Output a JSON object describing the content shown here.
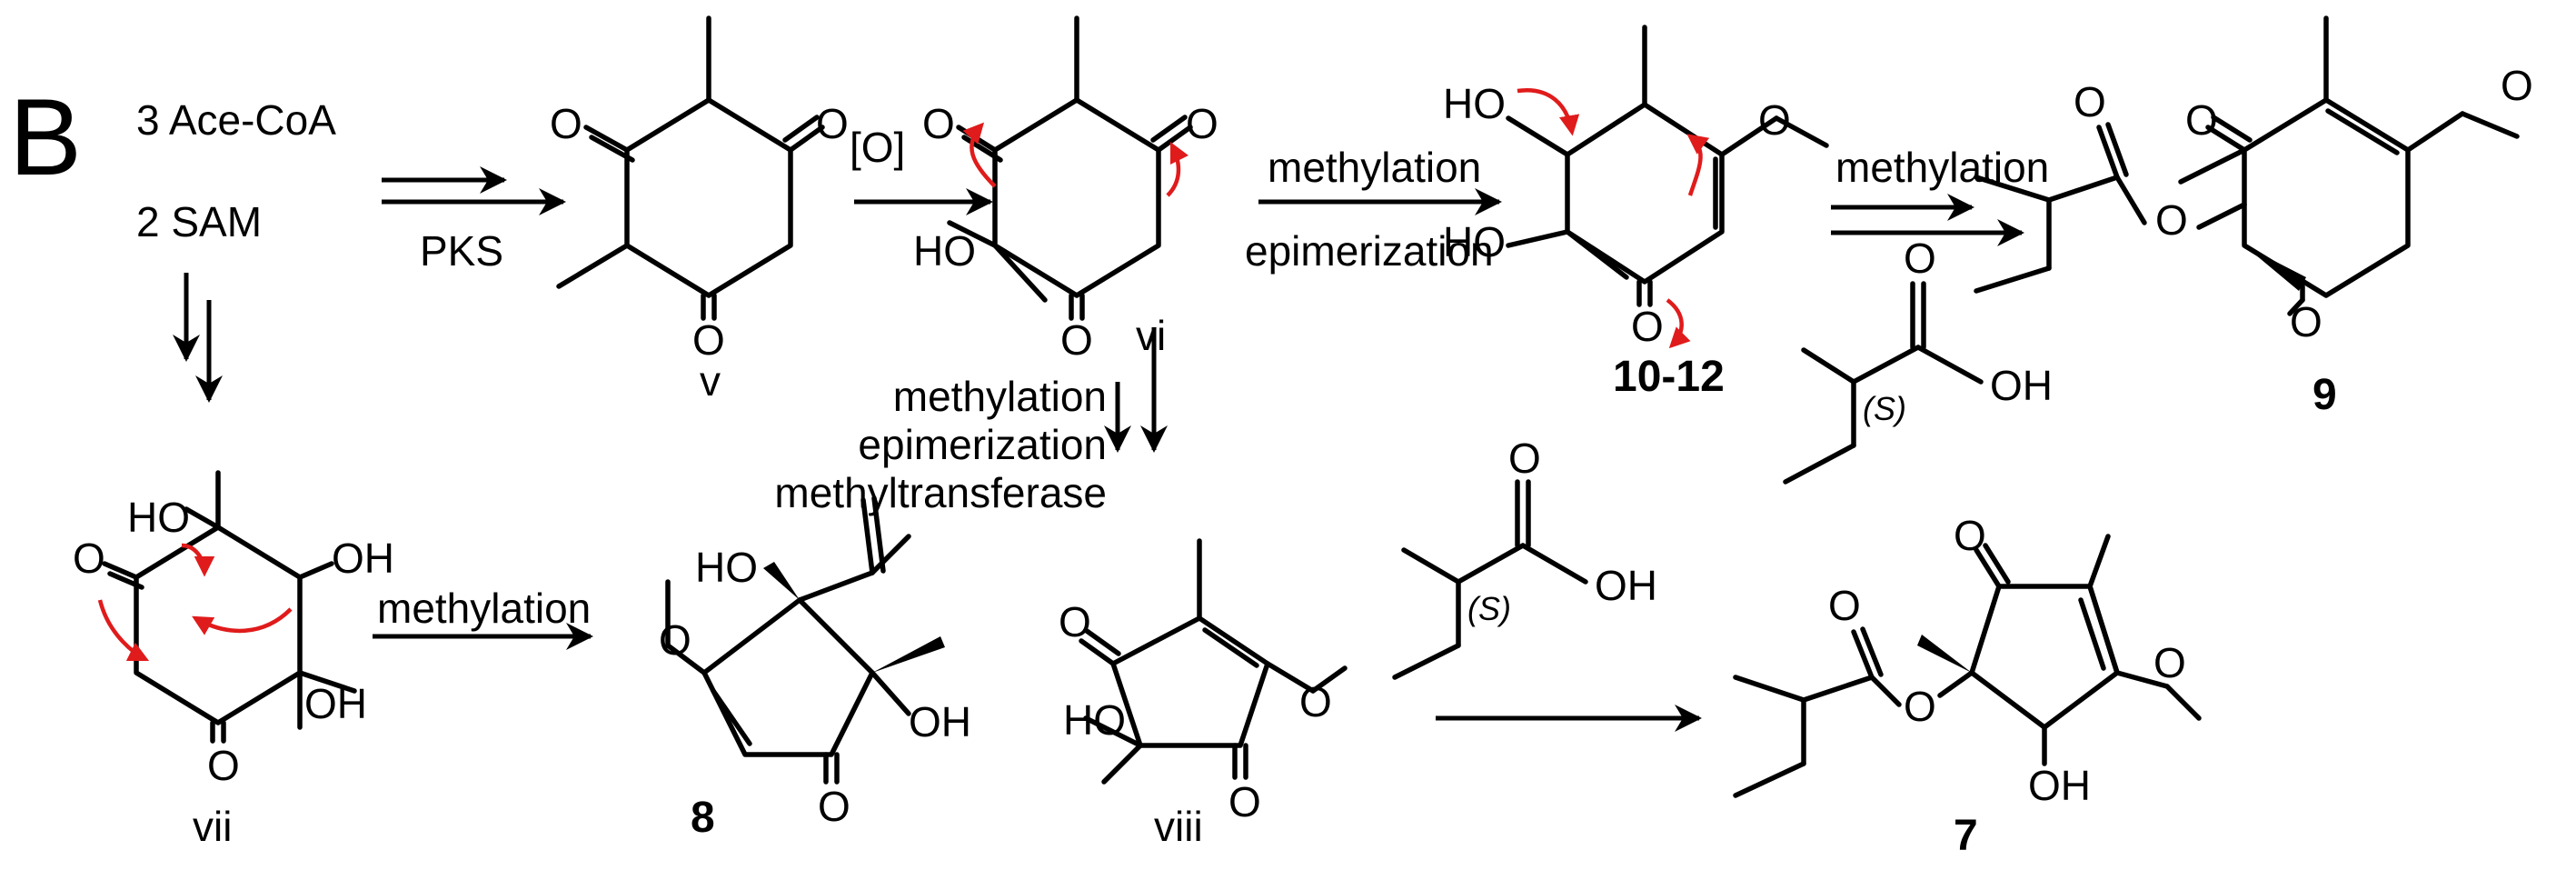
{
  "panel_letter": "B",
  "starting_materials": [
    "3 Ace-CoA",
    "2 SAM"
  ],
  "reagents": {
    "pks": "PKS",
    "oxidation": "[O]",
    "step_vi_10": [
      "methylation",
      "epimerization"
    ],
    "step_10_9": "methylation",
    "step_vi_viii": [
      "methylation",
      "epimerization",
      "methyltransferase"
    ],
    "step_vii_8": "methylation"
  },
  "stereo_descriptor": "(S)",
  "compound_labels": {
    "v": "v",
    "vi": "vi",
    "vii": "vii",
    "viii": "viii",
    "c10_12": "10-12",
    "c9": "9",
    "c8": "8",
    "c7": "7"
  },
  "atoms": {
    "O": "O",
    "HO": "HO",
    "OH": "OH"
  },
  "colors": {
    "ink": "#000000",
    "electron_arrow": "#e01b1b",
    "background": "#ffffff"
  }
}
